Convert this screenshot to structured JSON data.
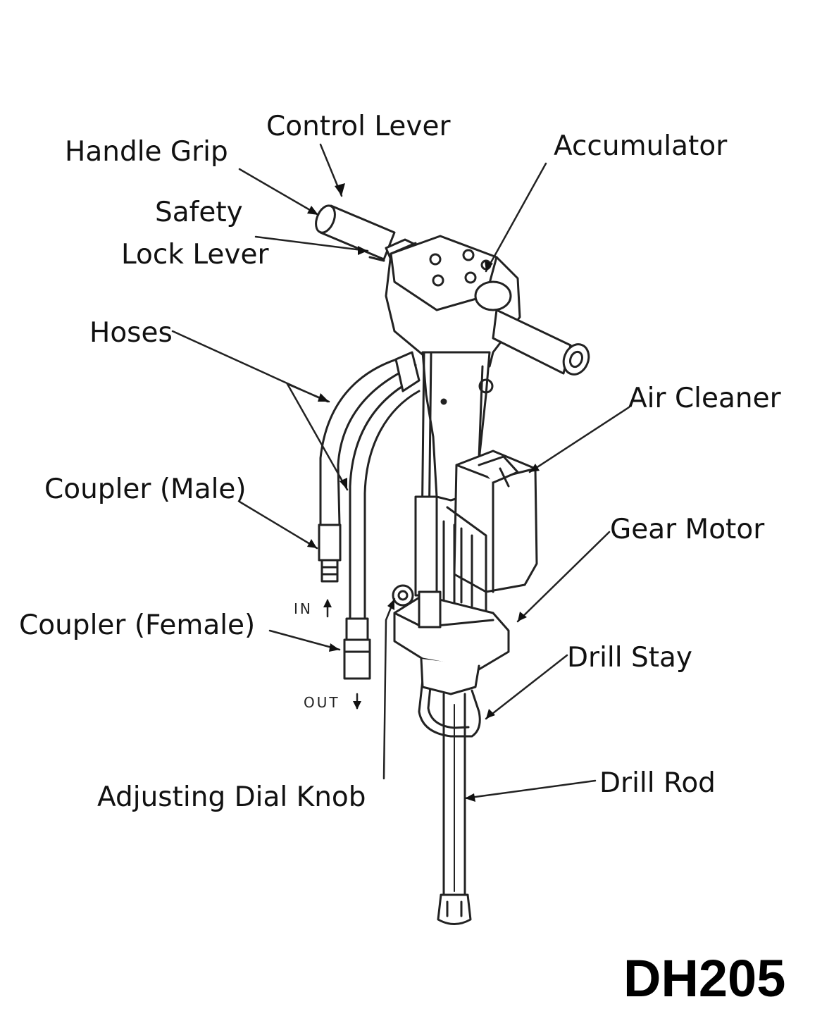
{
  "labels": {
    "control_lever": "Control Lever",
    "handle_grip": "Handle Grip",
    "accumulator": "Accumulator",
    "safety": "Safety",
    "lock_lever": "Lock Lever",
    "hoses": "Hoses",
    "air_cleaner": "Air Cleaner",
    "coupler_male": "Coupler (Male)",
    "gear_motor": "Gear Motor",
    "coupler_female": "Coupler (Female)",
    "drill_stay": "Drill Stay",
    "drill_rod": "Drill Rod",
    "adjusting_dial_knob": "Adjusting Dial Knob"
  },
  "port_in": "IN",
  "port_out": "OUT",
  "model": "DH205"
}
